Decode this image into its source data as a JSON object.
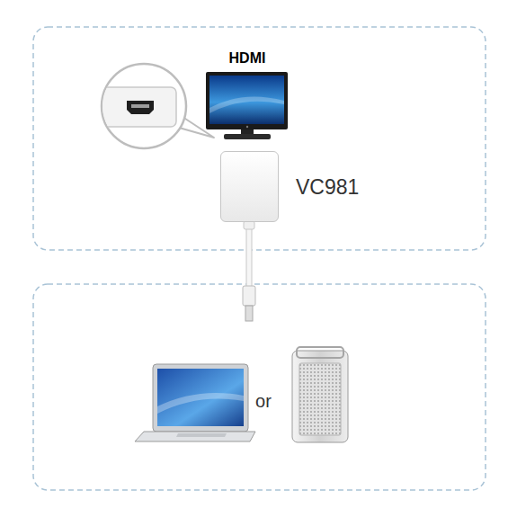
{
  "diagram": {
    "nodes": [
      {
        "text": [
          "HDMI"
        ]
      },
      {
        "text": [
          "VC981"
        ]
      }
    ],
    "labels": [
      "or"
    ]
  }
}
